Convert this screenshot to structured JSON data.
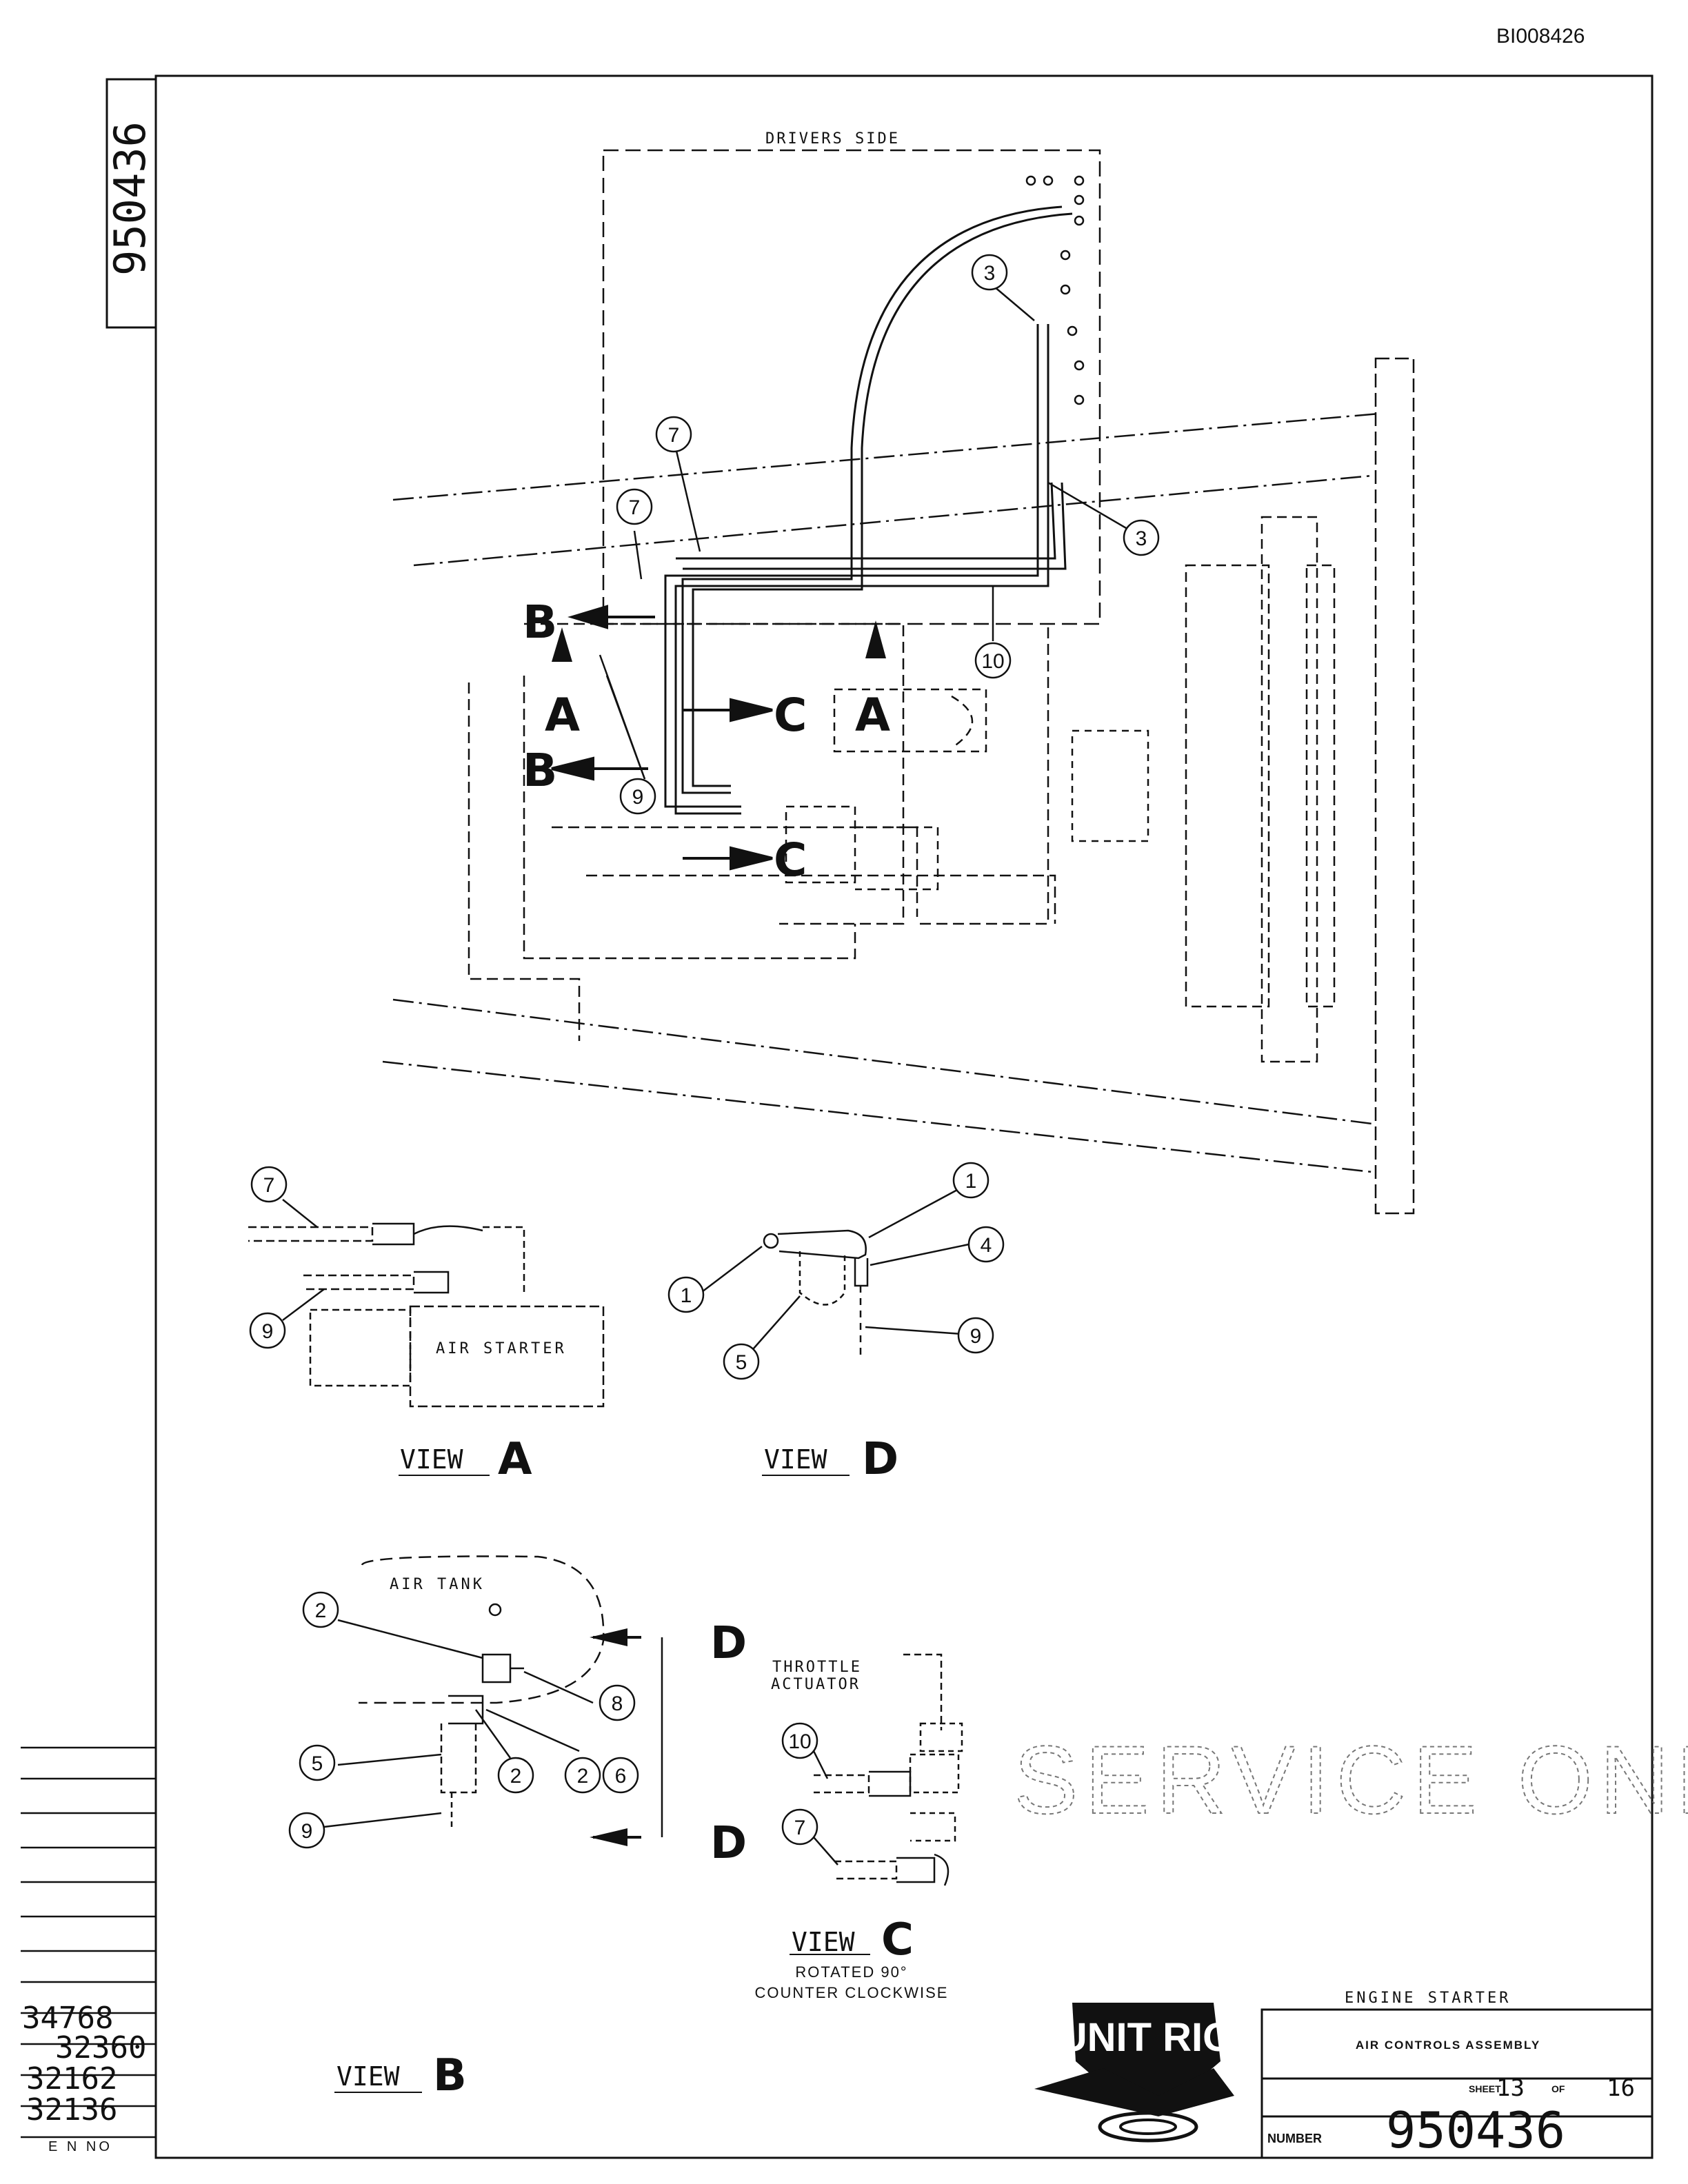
{
  "document_id": "BI008426",
  "drawing_number_vertical": "950436",
  "views": {
    "main": {
      "drivers_side_label": "DRIVERS SIDE"
    },
    "section_markers": {
      "a": "A",
      "b": "B",
      "c": "C",
      "d": "D"
    },
    "view_a": {
      "title": "VIEW",
      "letter": "A",
      "component_label": "AIR STARTER"
    },
    "view_d": {
      "title": "VIEW",
      "letter": "D"
    },
    "view_b": {
      "title": "VIEW",
      "letter": "B",
      "tank_label": "AIR TANK"
    },
    "view_c": {
      "title": "VIEW",
      "letter": "C",
      "note_line1": "ROTATED 90°",
      "note_line2": "COUNTER CLOCKWISE",
      "actuator_line1": "THROTTLE",
      "actuator_line2": "ACTUATOR"
    }
  },
  "balloons": {
    "main": [
      "3",
      "3",
      "7",
      "7",
      "10",
      "9"
    ],
    "view_a": [
      "7",
      "9"
    ],
    "view_d": [
      "1",
      "1",
      "4",
      "5",
      "9"
    ],
    "view_b": [
      "2",
      "8",
      "5",
      "2",
      "2",
      "6",
      "9"
    ],
    "view_c": [
      "10",
      "7"
    ]
  },
  "watermark": "SERVICE ONLY",
  "revisions": {
    "en_numbers": [
      "34768",
      "32360",
      "32162",
      "32136"
    ],
    "header_label": "E N NO"
  },
  "title_block": {
    "project": "ENGINE STARTER",
    "title": "AIR CONTROLS ASSEMBLY",
    "sheet_label": "SHEET",
    "sheet_number": "13",
    "of_label": "OF",
    "sheet_total": "16",
    "number_label": "NUMBER",
    "drawing_number": "950436"
  },
  "logo": {
    "text": "UNIT RIG"
  }
}
